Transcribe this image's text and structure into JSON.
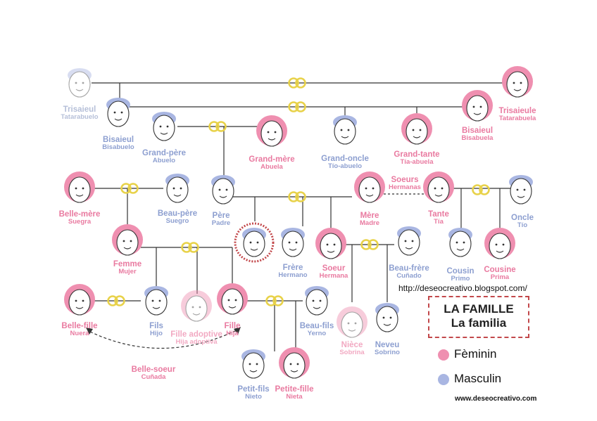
{
  "colors": {
    "feminine": "#ef8fb0",
    "masculine": "#a9b6e2",
    "ring": "#e8d24a",
    "line": "#333333",
    "highlight": "#c2484b"
  },
  "people": [
    {
      "id": "trisaieul",
      "fr": "Trisaieul",
      "es": "Tatarabuelo",
      "gender": "m",
      "faint": true
    },
    {
      "id": "trisaieule",
      "fr": "Trisaieule",
      "es": "Tatarabuela",
      "gender": "f"
    },
    {
      "id": "bisaieul_m",
      "fr": "Bisaieul",
      "es": "Bisabuelo",
      "gender": "m"
    },
    {
      "id": "bisaieul_f",
      "fr": "Bisaieul",
      "es": "Bisabuela",
      "gender": "f"
    },
    {
      "id": "grand_pere",
      "fr": "Grand-père",
      "es": "Abuelo",
      "gender": "m"
    },
    {
      "id": "grand_mere",
      "fr": "Grand-mère",
      "es": "Abuela",
      "gender": "f"
    },
    {
      "id": "grand_oncle",
      "fr": "Grand-oncle",
      "es": "Tío-abuelo",
      "gender": "m"
    },
    {
      "id": "grand_tante",
      "fr": "Grand-tante",
      "es": "Tía-abuela",
      "gender": "f"
    },
    {
      "id": "belle_mere",
      "fr": "Belle-mère",
      "es": "Suegra",
      "gender": "f"
    },
    {
      "id": "beau_pere",
      "fr": "Beau-père",
      "es": "Suegro",
      "gender": "m"
    },
    {
      "id": "pere",
      "fr": "Père",
      "es": "Padre",
      "gender": "m"
    },
    {
      "id": "mere",
      "fr": "Mère",
      "es": "Madre",
      "gender": "f"
    },
    {
      "id": "tante",
      "fr": "Tante",
      "es": "Tía",
      "gender": "f"
    },
    {
      "id": "oncle",
      "fr": "Oncle",
      "es": "Tío",
      "gender": "m"
    },
    {
      "id": "femme",
      "fr": "Femme",
      "es": "Mujer",
      "gender": "f"
    },
    {
      "id": "frere",
      "fr": "Frère",
      "es": "Hermano",
      "gender": "m"
    },
    {
      "id": "soeur",
      "fr": "Soeur",
      "es": "Hermana",
      "gender": "f"
    },
    {
      "id": "beau_frere",
      "fr": "Beau-frère",
      "es": "Cuñado",
      "gender": "m"
    },
    {
      "id": "cousin",
      "fr": "Cousin",
      "es": "Primo",
      "gender": "m"
    },
    {
      "id": "cousine",
      "fr": "Cousine",
      "es": "Prima",
      "gender": "f"
    },
    {
      "id": "belle_fille",
      "fr": "Belle-fille",
      "es": "Nuera",
      "gender": "f"
    },
    {
      "id": "fils",
      "fr": "Fils",
      "es": "Hijo",
      "gender": "m"
    },
    {
      "id": "fille_adoptive",
      "fr": "Fille adoptive",
      "es": "Hija adoptiva",
      "gender": "f",
      "faint": true
    },
    {
      "id": "fille",
      "fr": "Fille",
      "es": "Hija",
      "gender": "f"
    },
    {
      "id": "beau_fils",
      "fr": "Beau-fils",
      "es": "Yerno",
      "gender": "m"
    },
    {
      "id": "niece",
      "fr": "Nièce",
      "es": "Sobrina",
      "gender": "f",
      "faint": true
    },
    {
      "id": "neveu",
      "fr": "Neveu",
      "es": "Sobrino",
      "gender": "m"
    },
    {
      "id": "petit_fils",
      "fr": "Petit-fils",
      "es": "Nieto",
      "gender": "m"
    },
    {
      "id": "petite_fille",
      "fr": "Petite-fille",
      "es": "Nieta",
      "gender": "f"
    },
    {
      "id": "me",
      "fr": "",
      "es": "",
      "gender": "m",
      "highlight": true
    }
  ],
  "soeurs_label": {
    "fr": "Soeurs",
    "es": "Hermanas"
  },
  "belle_soeur_label": {
    "fr": "Belle-soeur",
    "es": "Cuñada"
  },
  "url": "http://deseocreativo.blogspot.com/",
  "title": {
    "line1": "LA FAMILLE",
    "line2": "La familia"
  },
  "legend": {
    "feminine": "Fèminin",
    "masculine": "Masculin"
  },
  "website": "www.deseocreativo.com"
}
